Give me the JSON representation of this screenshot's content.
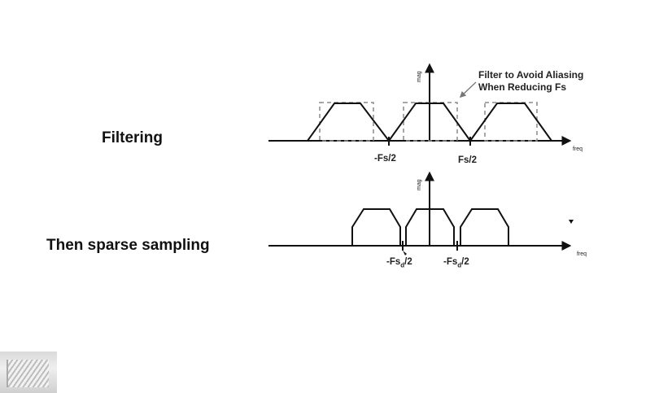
{
  "slide": {
    "filtering_label": "Filtering",
    "sparse_label": "Then sparse sampling",
    "top": {
      "axis_y_label": "mag",
      "axis_x_label": "freq",
      "tick_neg": "-Fs/2",
      "tick_pos": "Fs/2",
      "callout_line1": "Filter to Avoid Aliasing",
      "callout_line2": "When Reducing Fs"
    },
    "bottom": {
      "axis_y_label": "mag",
      "axis_x_label": "freq",
      "tick_neg_prefix": "-Fs",
      "tick_neg_sub": "d",
      "tick_neg_suffix": "/2",
      "tick_pos_prefix": "-Fs",
      "tick_pos_sub": "d",
      "tick_pos_suffix": "/2"
    }
  },
  "colors": {
    "line": "#111111",
    "dashed_filter": "#8a8a8a"
  }
}
